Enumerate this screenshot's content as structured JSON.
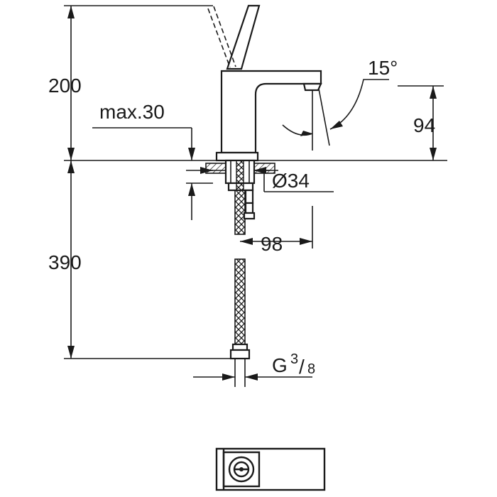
{
  "dimensions": {
    "height_above": "200",
    "max_thickness": "max.30",
    "spout_angle": "15°",
    "spout_height": "94",
    "hole_diameter": "Ø34",
    "spout_reach": "98",
    "height_below": "390",
    "connection_main": "G",
    "connection_num": "3",
    "connection_den": "8"
  }
}
